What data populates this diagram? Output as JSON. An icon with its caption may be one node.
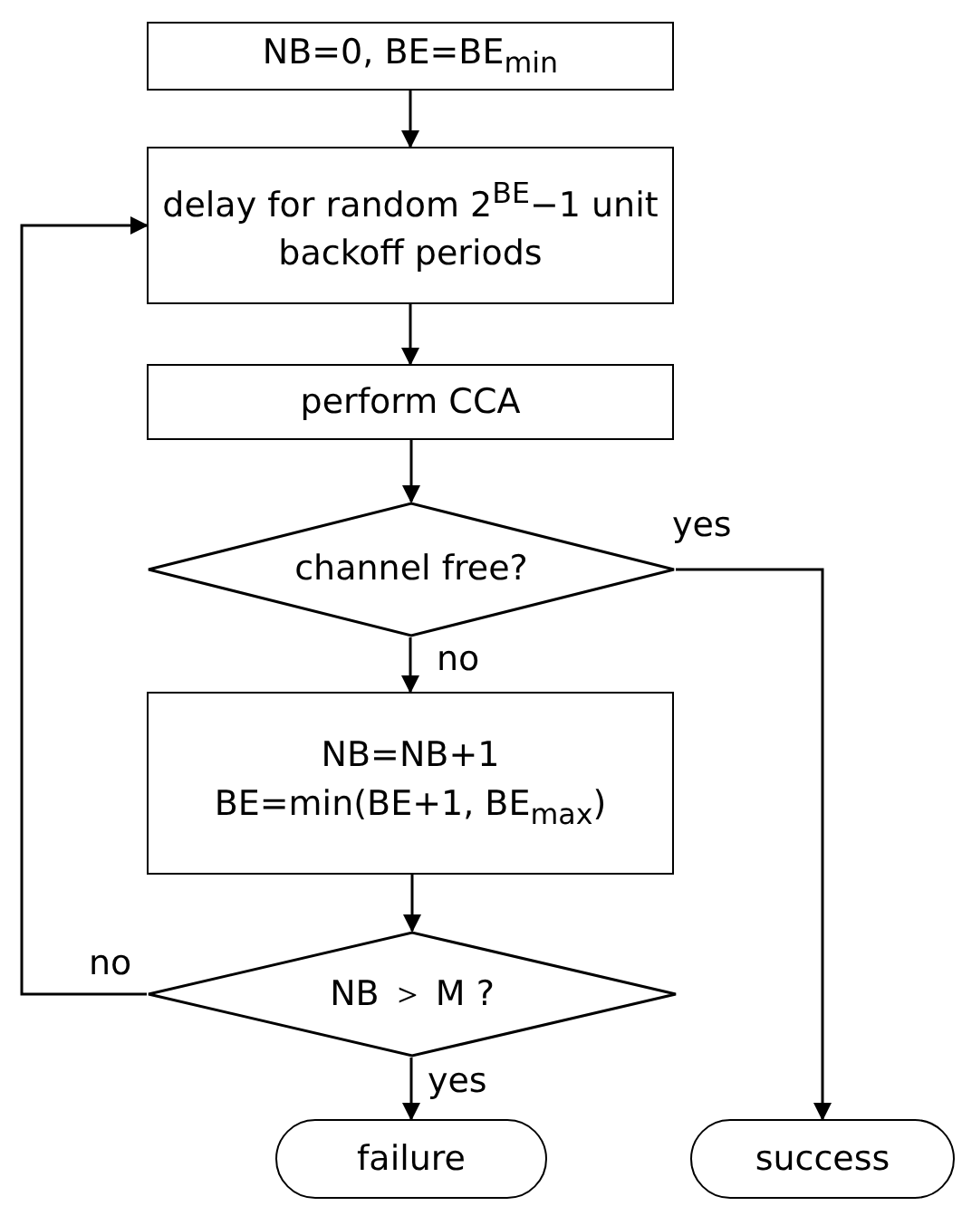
{
  "diagram": {
    "nodes": [
      {
        "text": [
          "NB=0, BE=BE$_{min}$"
        ]
      },
      {
        "text": [
          "delay for random 2$^{BE}$−1 unit backoff periods"
        ]
      },
      {
        "text": [
          "perform CCA"
        ]
      },
      {
        "text": [
          "channel free?"
        ]
      },
      {
        "text": [
          "NB=NB+1",
          "BE=min(BE+1, BE$_{max}$)"
        ]
      },
      {
        "text": [
          "NB ＞ M ?"
        ]
      },
      {
        "text": [
          "failure"
        ]
      },
      {
        "text": [
          "success"
        ]
      }
    ],
    "edges": [
      {
        "from": 0,
        "to": 1,
        "arrow": "to"
      },
      {
        "from": 1,
        "to": 2,
        "arrow": "to"
      },
      {
        "from": 2,
        "to": 3,
        "arrow": "to"
      },
      {
        "from": 3,
        "to": 7,
        "arrow": "to",
        "label": "yes"
      },
      {
        "from": 3,
        "to": 4,
        "arrow": "to",
        "label": "no"
      },
      {
        "from": 4,
        "to": 5,
        "arrow": "to"
      },
      {
        "from": 5,
        "to": 1,
        "arrow": "to",
        "label": "no"
      },
      {
        "from": 5,
        "to": 6,
        "arrow": "to",
        "label": "yes"
      }
    ]
  }
}
